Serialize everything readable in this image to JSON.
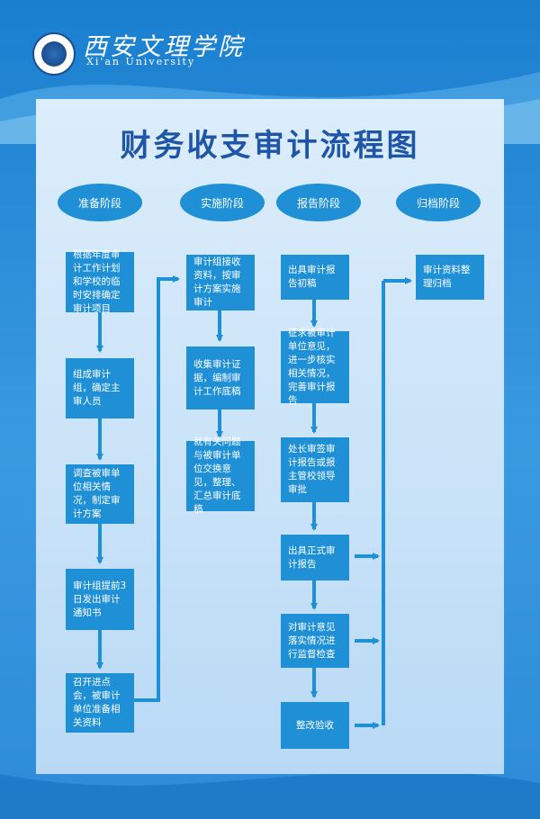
{
  "header": {
    "school_cn": "西安文理学院",
    "school_en": "Xi'an University"
  },
  "title": "财务收支审计流程图",
  "stages": {
    "prepare": "准备阶段",
    "implement": "实施阶段",
    "report": "报告阶段",
    "archive": "归档阶段"
  },
  "steps": {
    "prep1": "根据年度审计工作计划和学校的临时安排确定审计项目",
    "prep2": "组成审计组，确定主审人员",
    "prep3": "调查被审单位相关情况，制定审计方案",
    "prep4": "审计组提前3日发出审计通知书",
    "prep5": "召开进点会，被审计单位准备相关资料",
    "impl1": "审计组接收资料，按审计方案实施审计",
    "impl2": "收集审计证据，编制审计工作底稿",
    "impl3": "就有关问题与被审计单位交换意见，整理、汇总审计底稿",
    "rep1": "出具审计报告初稿",
    "rep2": "征求被审计单位意见，进一步核实相关情况，完善审计报告",
    "rep3": "处长审签审计报告或报主管校领导审批",
    "rep4": "出具正式审计报告",
    "rep5": "对审计意见落实情况进行监督检查",
    "rep6": "整改验收",
    "arch1": "审计资料整理归档"
  },
  "colors": {
    "background": "#2d8bd8",
    "panel": "#cfe6fa",
    "node": "#1f8fd6",
    "title": "#1f55a8",
    "arrow": "#1f8fd6"
  }
}
